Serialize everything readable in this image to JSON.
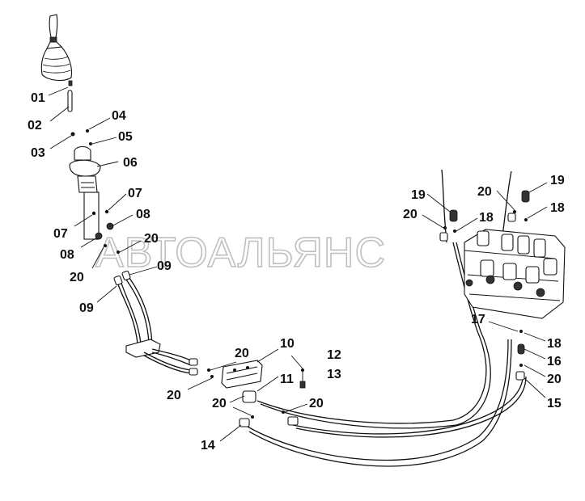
{
  "watermark": "АВТОАЛЬЯНС",
  "labels": {
    "l01": "01",
    "l02": "02",
    "l03": "03",
    "l04": "04",
    "l05": "05",
    "l06": "06",
    "l07a": "07",
    "l07b": "07",
    "l08a": "08",
    "l08b": "08",
    "l09a": "09",
    "l09b": "09",
    "l10": "10",
    "l11": "11",
    "l12": "12",
    "l13": "13",
    "l14": "14",
    "l15": "15",
    "l16": "16",
    "l17": "17",
    "l18a": "18",
    "l18b": "18",
    "l18c": "18",
    "l19a": "19",
    "l19b": "19",
    "l20a": "20",
    "l20b": "20",
    "l20c": "20",
    "l20d": "20",
    "l20e": "20",
    "l20f": "20",
    "l20g": "20",
    "l20h": "20",
    "l20i": "20"
  }
}
